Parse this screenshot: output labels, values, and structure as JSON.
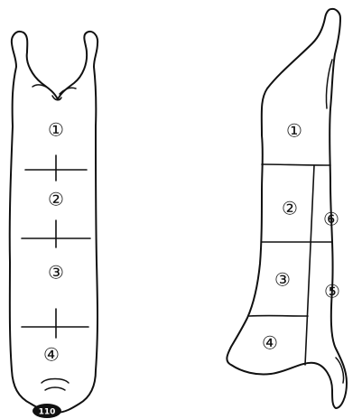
{
  "front_view": {
    "sections": [
      {
        "label": "①"
      },
      {
        "label": "②"
      },
      {
        "label": "③"
      },
      {
        "label": "④"
      }
    ],
    "tag": "110"
  },
  "side_view": {
    "sections": [
      {
        "label": "①"
      },
      {
        "label": "②"
      },
      {
        "label": "⑥"
      },
      {
        "label": "③"
      },
      {
        "label": "⑤"
      },
      {
        "label": "④"
      }
    ]
  }
}
